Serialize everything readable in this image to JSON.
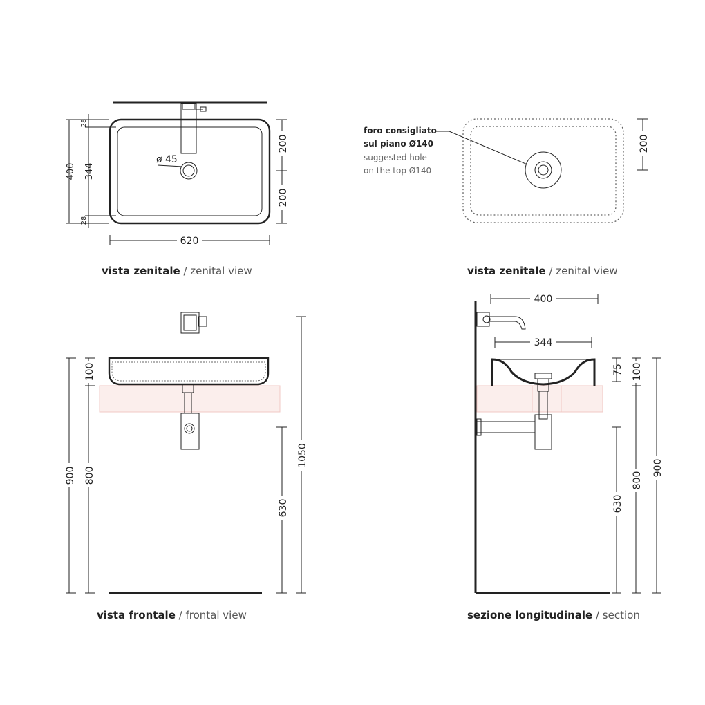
{
  "views": {
    "top_view": {
      "caption_it": "vista zenitale",
      "caption_sep": " / ",
      "caption_en": "zenital view",
      "dim_width": "620",
      "dim_height_total": "400",
      "dim_height_inner": "344",
      "dim_rim_top": "28",
      "dim_rim_bottom": "28",
      "dim_half_top": "200",
      "dim_half_bottom": "200",
      "drain_label": "ø 45"
    },
    "top_view_hole": {
      "caption_it": "vista zenitale",
      "caption_sep": " / ",
      "caption_en": "zenital view",
      "note_it_line1": "foro consigliato",
      "note_it_line2": "sul piano Ø140",
      "note_en_line1": "suggested hole",
      "note_en_line2": "on the top Ø140",
      "dim_half": "200"
    },
    "front_view": {
      "caption_it": "vista frontale",
      "caption_sep": " / ",
      "caption_en": "frontal view",
      "dim_total": "1050",
      "dim_900": "900",
      "dim_800": "800",
      "dim_100": "100",
      "dim_630": "630"
    },
    "section_view": {
      "caption_it": "sezione longitudinale",
      "caption_sep": " / ",
      "caption_en": "section",
      "dim_depth_outer": "400",
      "dim_depth_inner": "344",
      "dim_75": "75",
      "dim_100": "100",
      "dim_630": "630",
      "dim_800": "800",
      "dim_900": "900"
    }
  },
  "colors": {
    "line": "#222222",
    "countertop": "#fbeeec",
    "countertop_edge": "#f0c8c4",
    "dashed": "#666666"
  }
}
